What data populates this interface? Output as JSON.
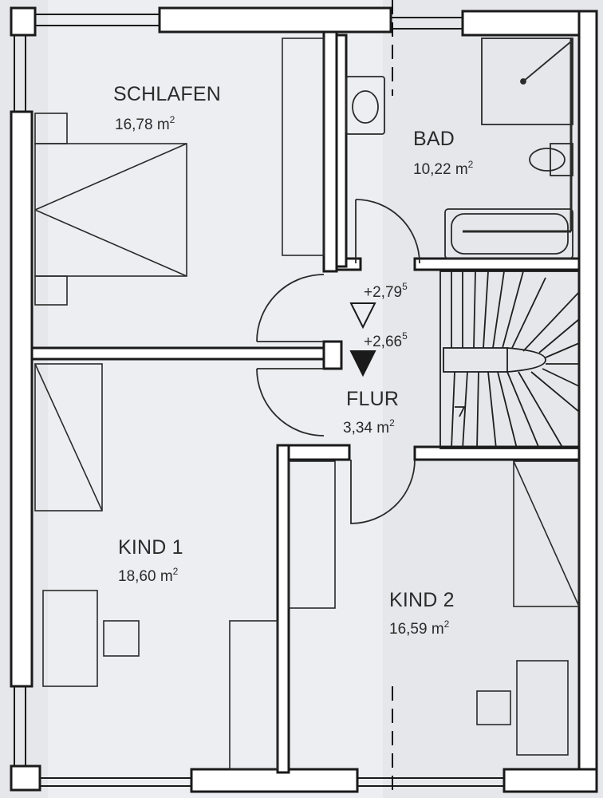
{
  "rooms": {
    "schlafen": {
      "name": "SCHLAFEN",
      "area": "16,78 m",
      "unit_sup": "2"
    },
    "bad": {
      "name": "BAD",
      "area": "10,22 m",
      "unit_sup": "2"
    },
    "flur": {
      "name": "FLUR",
      "area": "3,34 m",
      "unit_sup": "2"
    },
    "kind1": {
      "name": "KIND 1",
      "area": "18,60 m",
      "unit_sup": "2"
    },
    "kind2": {
      "name": "KIND 2",
      "area": "16,59 m",
      "unit_sup": "2"
    }
  },
  "levels": {
    "upper": {
      "value": "+2,79",
      "sup": "5"
    },
    "lower": {
      "value": "+2,66",
      "sup": "5"
    }
  },
  "colors": {
    "background": "#e6e7ea",
    "wall": "#1a1a1a",
    "line": "#2a2a2a",
    "text": "#2b2b2b"
  }
}
